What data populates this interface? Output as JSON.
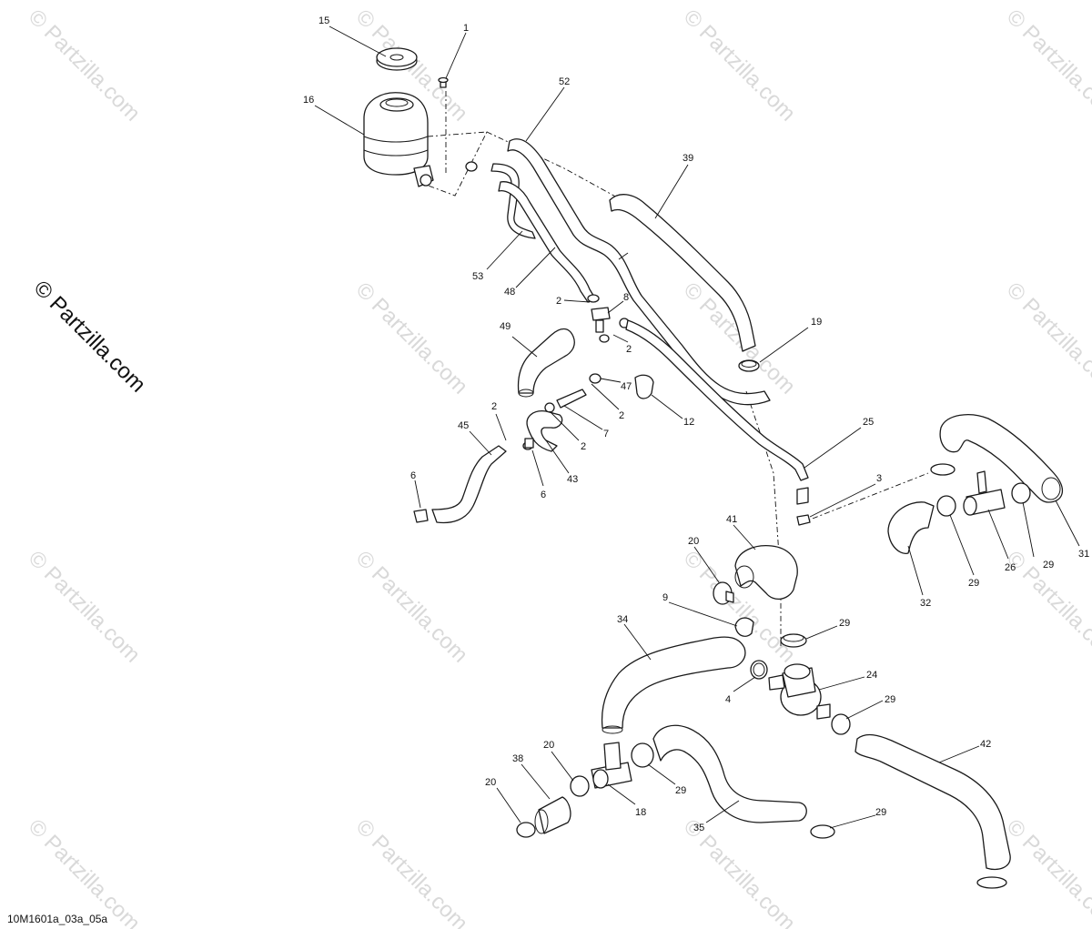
{
  "watermark": {
    "main_text": "© Partzilla.com",
    "tile_text": "© Partzilla.com"
  },
  "reference_code": "10M1601a_03a_05a",
  "callouts": [
    "15",
    "1",
    "16",
    "52",
    "39",
    "53",
    "48",
    "2",
    "8",
    "2",
    "49",
    "19",
    "47",
    "2",
    "2",
    "12",
    "7",
    "45",
    "2",
    "25",
    "6",
    "43",
    "6",
    "3",
    "41",
    "20",
    "31",
    "9",
    "32",
    "29",
    "26",
    "29",
    "29",
    "34",
    "24",
    "4",
    "29",
    "42",
    "20",
    "38",
    "29",
    "20",
    "18",
    "35",
    "29"
  ]
}
